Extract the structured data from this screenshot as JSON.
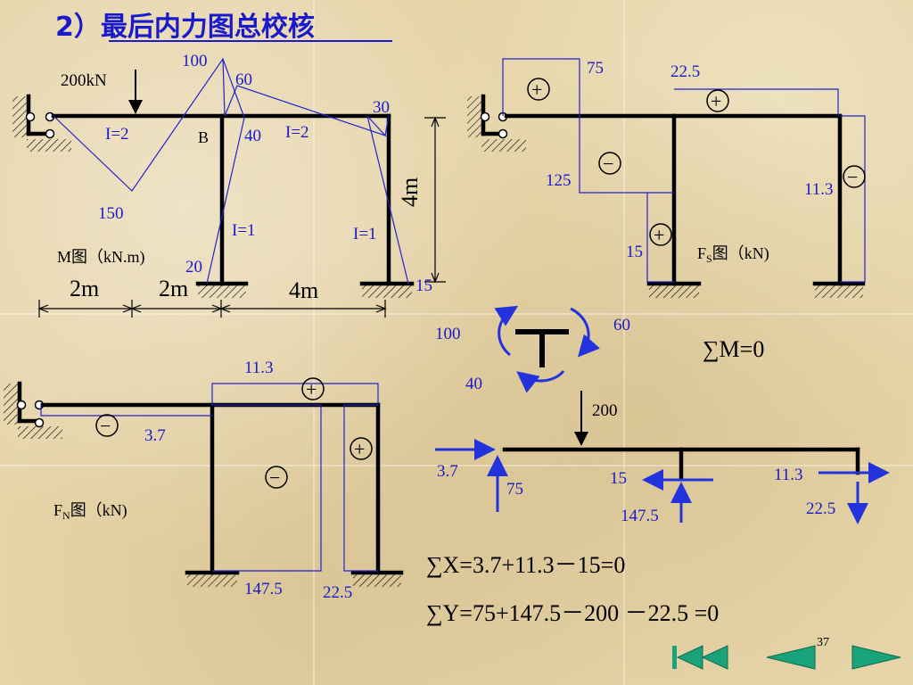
{
  "slide": {
    "title": "2）最后内力图总校核",
    "page_number": "37",
    "colors": {
      "title": "#1a1acc",
      "diagram_lines": "#2222cc",
      "members": "#000000",
      "nav_button": "#1aa37a"
    }
  },
  "moment_diagram": {
    "caption": "M图（kN.m)",
    "load_label": "200kN",
    "node_b": "B",
    "inertia_left_beam": "I=2",
    "inertia_right_beam": "I=2",
    "inertia_left_column": "I=1",
    "inertia_right_column": "I=1",
    "values": {
      "v100": "100",
      "v60": "60",
      "v30": "30",
      "v40": "40",
      "v150": "150",
      "v20": "20",
      "v15": "15"
    },
    "dims": {
      "d1": "2m",
      "d2": "2m",
      "d3": "4m",
      "height": "4m"
    }
  },
  "shear_diagram": {
    "caption_main": "F",
    "caption_sub": "S",
    "caption_rest": "图（kN)",
    "values": {
      "v75": "75",
      "v22_5": "22.5",
      "v125": "125",
      "v11_3": "11.3",
      "v15": "15"
    },
    "signs": {
      "plus": "+",
      "minus": "−"
    }
  },
  "axial_diagram": {
    "caption_main": "F",
    "caption_sub": "N",
    "caption_rest": "图（kN)",
    "values": {
      "v11_3": "11.3",
      "v3_7": "3.7",
      "v147_5": "147.5",
      "v22_5": "22.5"
    },
    "signs": {
      "plus": "+",
      "minus": "−"
    }
  },
  "joint_check": {
    "values": {
      "v100": "100",
      "v60": "60",
      "v40": "40"
    },
    "sum_m": "∑M=0"
  },
  "free_body": {
    "load": "200",
    "values": {
      "v3_7": "3.7",
      "v75": "75",
      "v15": "15",
      "v147_5": "147.5",
      "v11_3": "11.3",
      "v22_5": "22.5"
    },
    "sum_x": "∑X=3.7+11.3－15=0",
    "sum_y": "∑Y=75+147.5－200 －22.5 =0"
  },
  "navigation": {
    "first_icon": "first-slide-icon",
    "prev_icon": "previous-slide-icon",
    "next_icon": "next-slide-icon"
  }
}
